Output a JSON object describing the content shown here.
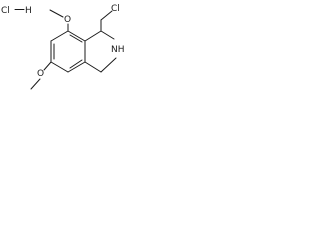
{
  "molecule": {
    "salt": {
      "chlorine": "Cl",
      "hydrogen": "H"
    },
    "upper_oxygen": "O",
    "lower_oxygen": "O",
    "chlorine": "Cl",
    "amine": "NH"
  }
}
